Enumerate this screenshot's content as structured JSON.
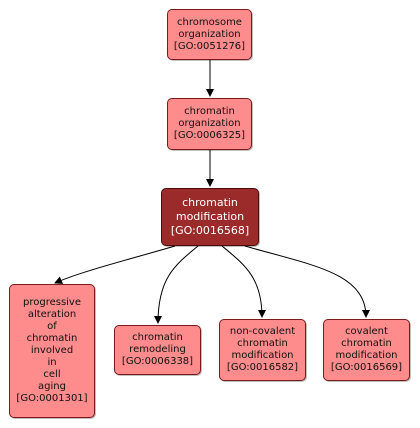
{
  "nodes": {
    "chromosome_organization": {
      "lines": [
        "chromosome",
        "organization",
        "[GO:0051276]"
      ]
    },
    "chromatin_organization": {
      "lines": [
        "chromatin",
        "organization",
        "[GO:0006325]"
      ]
    },
    "chromatin_modification": {
      "lines": [
        "chromatin",
        "modification",
        "[GO:0016568]"
      ]
    },
    "progressive_alteration": {
      "lines": [
        "progressive",
        "alteration",
        "of",
        "chromatin",
        "involved",
        "in",
        "cell",
        "aging",
        "[GO:0001301]"
      ]
    },
    "chromatin_remodeling": {
      "lines": [
        "chromatin",
        "remodeling",
        "[GO:0006338]"
      ]
    },
    "non_covalent_modification": {
      "lines": [
        "non-covalent",
        "chromatin",
        "modification",
        "[GO:0016582]"
      ]
    },
    "covalent_modification": {
      "lines": [
        "covalent",
        "chromatin",
        "modification",
        "[GO:0016569]"
      ]
    }
  },
  "colors": {
    "node_fill": "#ff8c8c",
    "focus_fill": "#9b2a2a",
    "edge": "#000000"
  }
}
